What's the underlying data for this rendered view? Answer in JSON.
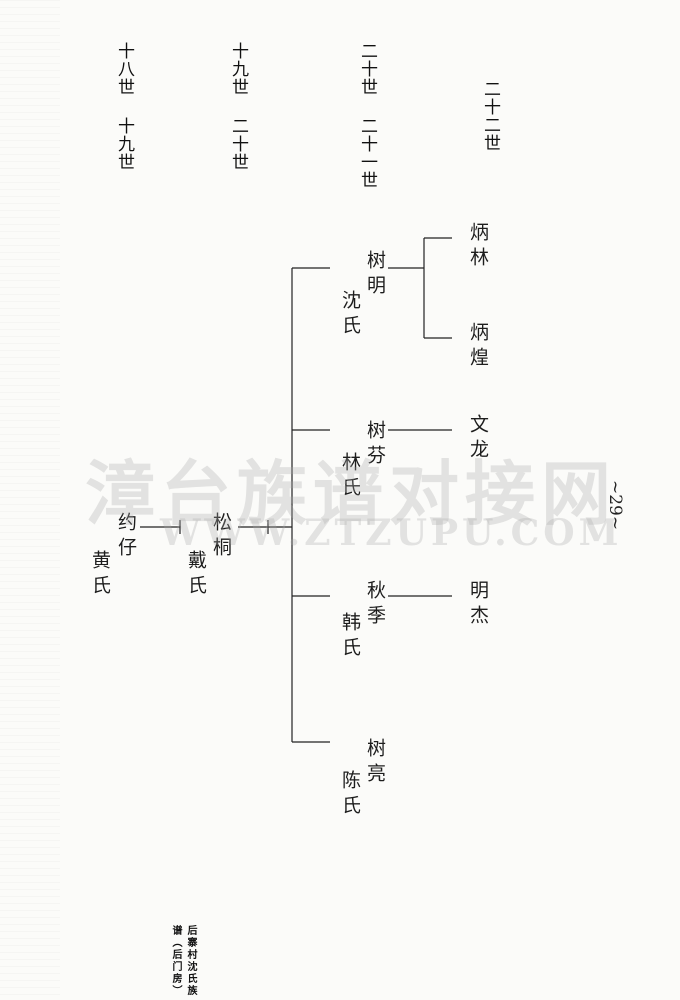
{
  "generation_labels": [
    "十八世 十九世",
    "十九世 二十世",
    "二十世 二十一世",
    "二十二世"
  ],
  "root": {
    "name": "约仔",
    "spouse": "黄氏"
  },
  "son": {
    "name": "松桐",
    "spouse": "戴氏"
  },
  "grandsons": [
    {
      "name": "树明",
      "spouse": "沈氏",
      "children": [
        "炳林",
        "炳煌"
      ]
    },
    {
      "name": "树芬",
      "spouse": "林氏",
      "children": [
        "文龙"
      ]
    },
    {
      "name": "秋季",
      "spouse": "韩氏",
      "children": [
        "明杰"
      ]
    },
    {
      "name": "树亮",
      "spouse": "陈氏",
      "children": []
    }
  ],
  "page_number": "~29~",
  "footer": "后寨村沈氏族谱（后门房）",
  "watermark": {
    "cn": "漳台族谱对接网",
    "en": "WWW.ZTZUPU.COM"
  }
}
